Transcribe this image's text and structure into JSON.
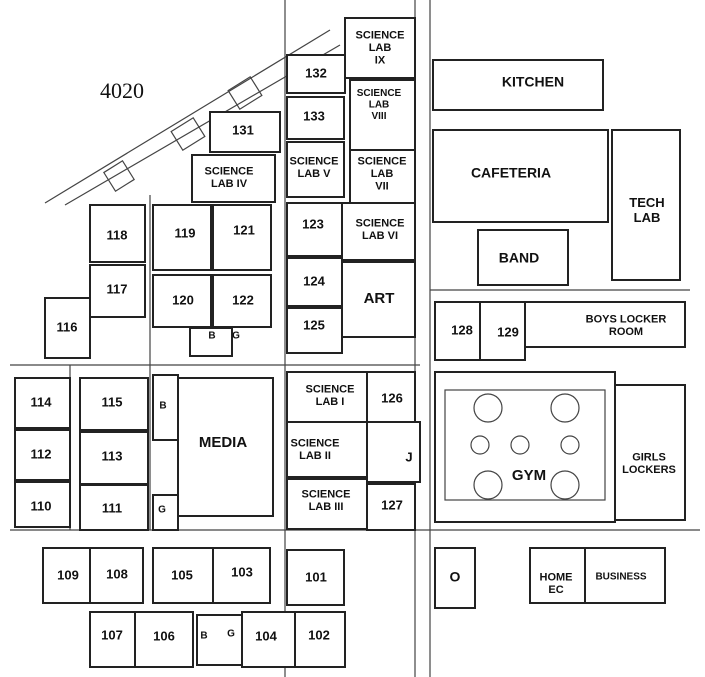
{
  "building_number": "4020",
  "rooms": [
    {
      "id": "science-lab-ix",
      "lines": [
        "SCIENCE",
        "LAB",
        "IX"
      ]
    },
    {
      "id": "132",
      "lines": [
        "132"
      ]
    },
    {
      "id": "kitchen",
      "lines": [
        "KITCHEN"
      ]
    },
    {
      "id": "science-lab-viii",
      "lines": [
        "SCIENCE",
        "LAB",
        "VIII"
      ]
    },
    {
      "id": "133",
      "lines": [
        "133"
      ]
    },
    {
      "id": "131",
      "lines": [
        "131"
      ]
    },
    {
      "id": "science-lab-v",
      "lines": [
        "SCIENCE",
        "LAB V"
      ]
    },
    {
      "id": "science-lab-vii",
      "lines": [
        "SCIENCE",
        "LAB",
        "VII"
      ]
    },
    {
      "id": "cafeteria",
      "lines": [
        "CAFETERIA"
      ]
    },
    {
      "id": "science-lab-iv",
      "lines": [
        "SCIENCE",
        "LAB IV"
      ]
    },
    {
      "id": "tech-lab",
      "lines": [
        "TECH",
        "LAB"
      ]
    },
    {
      "id": "118",
      "lines": [
        "118"
      ]
    },
    {
      "id": "119",
      "lines": [
        "119"
      ]
    },
    {
      "id": "121",
      "lines": [
        "121"
      ]
    },
    {
      "id": "123",
      "lines": [
        "123"
      ]
    },
    {
      "id": "science-lab-vi",
      "lines": [
        "SCIENCE",
        "LAB VI"
      ]
    },
    {
      "id": "band",
      "lines": [
        "BAND"
      ]
    },
    {
      "id": "117",
      "lines": [
        "117"
      ]
    },
    {
      "id": "124",
      "lines": [
        "124"
      ]
    },
    {
      "id": "art",
      "lines": [
        "ART"
      ]
    },
    {
      "id": "120",
      "lines": [
        "120"
      ]
    },
    {
      "id": "122",
      "lines": [
        "122"
      ]
    },
    {
      "id": "boys-locker-room",
      "lines": [
        "BOYS LOCKER",
        "ROOM"
      ]
    },
    {
      "id": "116",
      "lines": [
        "116"
      ]
    },
    {
      "id": "125",
      "lines": [
        "125"
      ]
    },
    {
      "id": "128",
      "lines": [
        "128"
      ]
    },
    {
      "id": "129",
      "lines": [
        "129"
      ]
    },
    {
      "id": "b-upper",
      "lines": [
        "B"
      ]
    },
    {
      "id": "g-upper",
      "lines": [
        "G"
      ]
    },
    {
      "id": "science-lab-i",
      "lines": [
        "SCIENCE",
        "LAB I"
      ]
    },
    {
      "id": "126",
      "lines": [
        "126"
      ]
    },
    {
      "id": "114",
      "lines": [
        "114"
      ]
    },
    {
      "id": "115",
      "lines": [
        "115"
      ]
    },
    {
      "id": "b-media",
      "lines": [
        "B"
      ]
    },
    {
      "id": "media",
      "lines": [
        "MEDIA"
      ]
    },
    {
      "id": "science-lab-ii",
      "lines": [
        "SCIENCE",
        "LAB II"
      ]
    },
    {
      "id": "j",
      "lines": [
        "J"
      ]
    },
    {
      "id": "112",
      "lines": [
        "112"
      ]
    },
    {
      "id": "113",
      "lines": [
        "113"
      ]
    },
    {
      "id": "gym",
      "lines": [
        "GYM"
      ]
    },
    {
      "id": "girls-lockers",
      "lines": [
        "GIRLS",
        "LOCKERS"
      ]
    },
    {
      "id": "110",
      "lines": [
        "110"
      ]
    },
    {
      "id": "111",
      "lines": [
        "111"
      ]
    },
    {
      "id": "g-media",
      "lines": [
        "G"
      ]
    },
    {
      "id": "science-lab-iii",
      "lines": [
        "SCIENCE",
        "LAB III"
      ]
    },
    {
      "id": "127",
      "lines": [
        "127"
      ]
    },
    {
      "id": "109",
      "lines": [
        "109"
      ]
    },
    {
      "id": "108",
      "lines": [
        "108"
      ]
    },
    {
      "id": "105",
      "lines": [
        "105"
      ]
    },
    {
      "id": "103",
      "lines": [
        "103"
      ]
    },
    {
      "id": "101",
      "lines": [
        "101"
      ]
    },
    {
      "id": "o",
      "lines": [
        "O"
      ]
    },
    {
      "id": "home-ec",
      "lines": [
        "HOME",
        "EC"
      ]
    },
    {
      "id": "business",
      "lines": [
        "BUSINESS"
      ]
    },
    {
      "id": "107",
      "lines": [
        "107"
      ]
    },
    {
      "id": "106",
      "lines": [
        "106"
      ]
    },
    {
      "id": "b-lower",
      "lines": [
        "B"
      ]
    },
    {
      "id": "g-lower",
      "lines": [
        "G"
      ]
    },
    {
      "id": "104",
      "lines": [
        "104"
      ]
    },
    {
      "id": "102",
      "lines": [
        "102"
      ]
    }
  ]
}
